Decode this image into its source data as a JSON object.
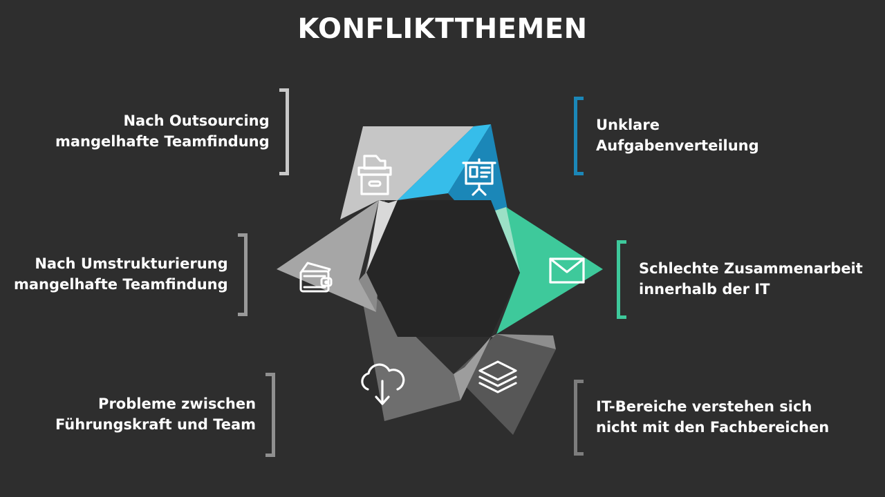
{
  "slide": {
    "title": "KONFLIKTTHEMEN",
    "background_color": "#2e2e2e",
    "title_color": "#ffffff"
  },
  "callouts": [
    {
      "id": "nach-outsourcing",
      "side": "left",
      "text": "Nach Outsourcing\nmangelhafte Teamfindung",
      "bracket_color": "#c9c9c9"
    },
    {
      "id": "nach-umstrukturierung",
      "side": "left",
      "text": "Nach Umstrukturierung\nmangelhafte Teamfindung",
      "bracket_color": "#9a9a9a"
    },
    {
      "id": "probleme-fuehrungskraft",
      "side": "left",
      "text": "Probleme zwischen\nFührungskraft und Team",
      "bracket_color": "#8f8f8f"
    },
    {
      "id": "unklare-aufgabenverteilung",
      "side": "right",
      "text": "Unklare\nAufgabenverteilung",
      "bracket_color": "#1b87b8"
    },
    {
      "id": "schlechte-zusammenarbeit",
      "side": "right",
      "text": "Schlechte Zusammenarbeit\ninnerhalb der IT",
      "bracket_color": "#3ec99b"
    },
    {
      "id": "it-bereiche-fachbereiche",
      "side": "right",
      "text": "IT-Bereiche verstehen sich\nnicht mit den Fachbereichen",
      "bracket_color": "#7d7d7d"
    }
  ],
  "pinwheel": {
    "center_color": "#262626",
    "blades": [
      {
        "id": "blade-presentation",
        "icon": "presentation-board-icon",
        "main_color": "#1b87b8",
        "flap_color": "#36bdea"
      },
      {
        "id": "blade-envelope",
        "icon": "envelope-icon",
        "main_color": "#3ec99b",
        "flap_color": "#9ce0c6"
      },
      {
        "id": "blade-layers",
        "icon": "layers-stack-icon",
        "main_color": "#575757",
        "flap_color": "#8e8e8e"
      },
      {
        "id": "blade-cloud",
        "icon": "cloud-download-icon",
        "main_color": "#6e6e6e",
        "flap_color": "#9d9d9d"
      },
      {
        "id": "blade-wallet",
        "icon": "wallet-card-icon",
        "main_color": "#a6a6a6",
        "flap_color": "#8a8a8a"
      },
      {
        "id": "blade-archive",
        "icon": "archive-box-icon",
        "main_color": "#c6c6c6",
        "flap_color": "#d9d9d9"
      }
    ]
  }
}
